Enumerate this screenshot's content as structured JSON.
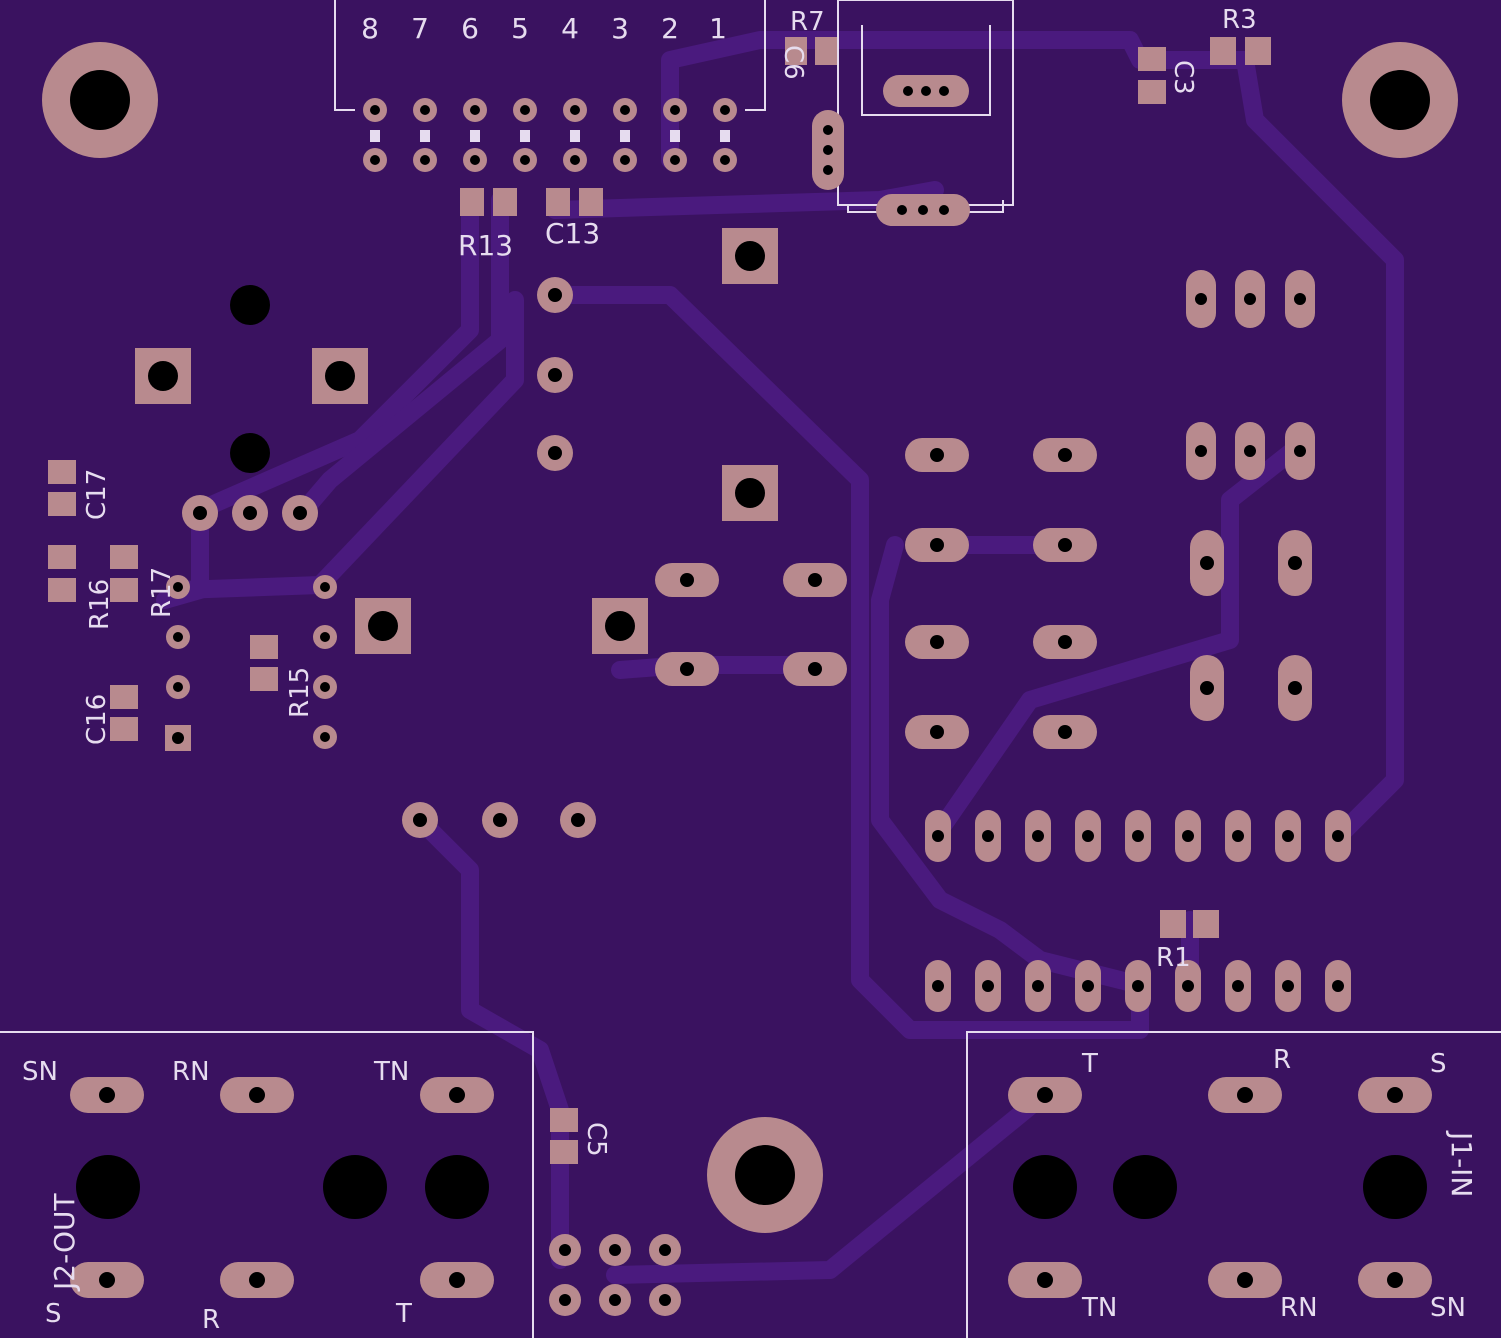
{
  "colors": {
    "board": "#3a1260",
    "copper": "#46177a",
    "pad": "#b88a8e",
    "silk": "#e6dcef",
    "hole": "#000000"
  },
  "silkscreen": {
    "header_pins": [
      "8",
      "7",
      "6",
      "5",
      "4",
      "3",
      "2",
      "1"
    ],
    "parts": {
      "c6": "C6",
      "r7": "R7",
      "r3": "R3",
      "c3": "C3",
      "r13": "R13",
      "c13": "C13",
      "c17": "C17",
      "r16": "R16",
      "r17": "R17",
      "r15": "R15",
      "c16": "C16",
      "r1": "R1",
      "c5": "C5"
    },
    "j2": {
      "name": "J2-OUT",
      "top": [
        "SN",
        "RN",
        "TN"
      ],
      "bottom": [
        "S",
        "R",
        "T"
      ]
    },
    "j1": {
      "name": "J1-IN",
      "top": [
        "T",
        "R",
        "S"
      ],
      "bottom": [
        "TN",
        "RN",
        "SN"
      ]
    }
  }
}
